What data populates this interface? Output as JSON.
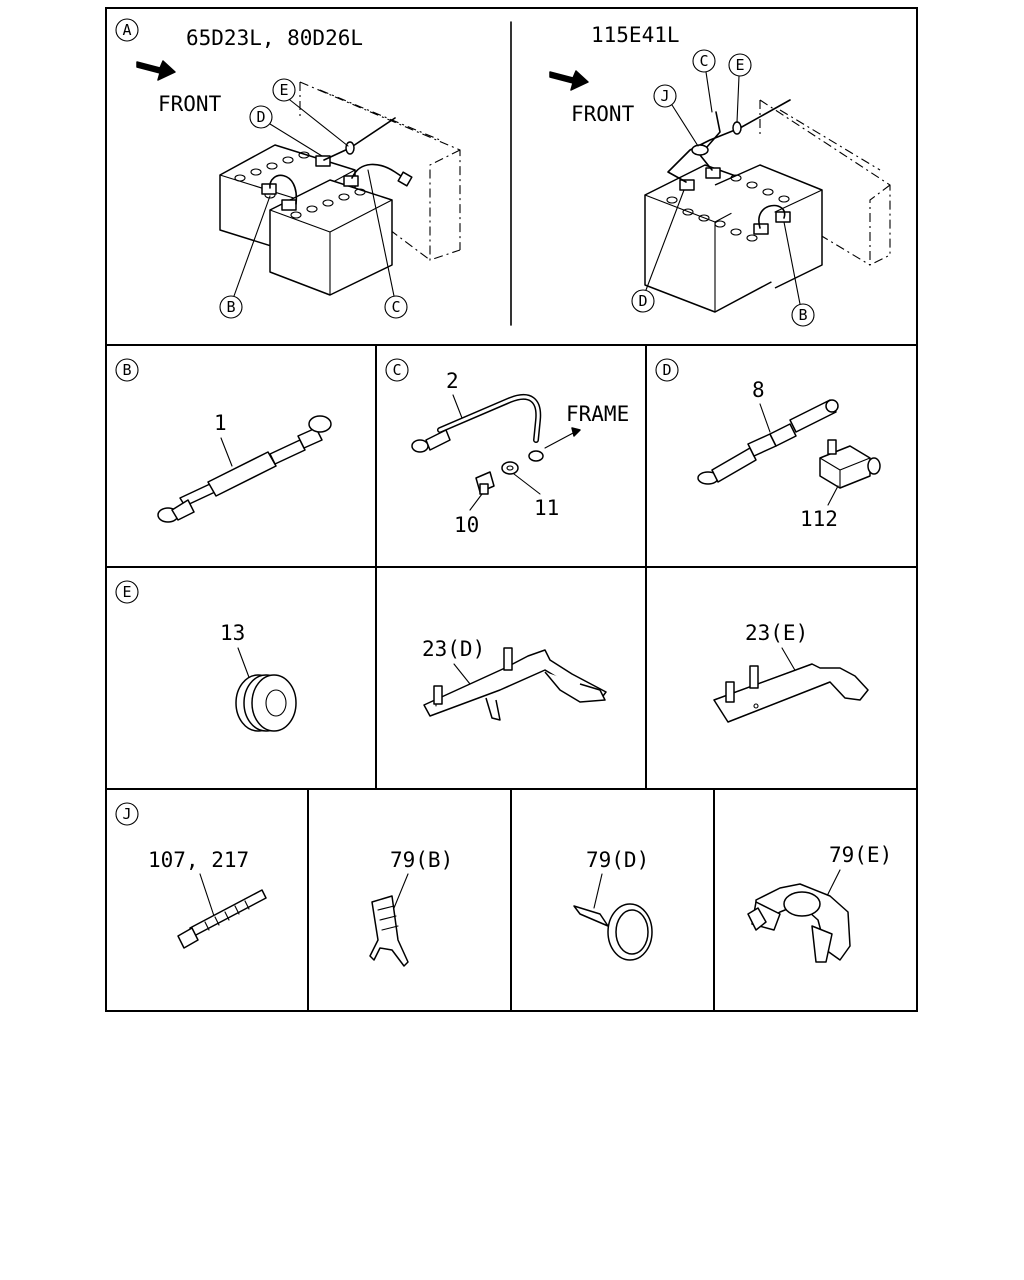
{
  "panel_a": {
    "id": "A",
    "left_title": "65D23L, 80D26L",
    "right_title": "115E41L",
    "front_label": "FRONT",
    "left_callouts": [
      "E",
      "D",
      "B",
      "C"
    ],
    "right_callouts": [
      "C",
      "E",
      "J",
      "D",
      "B"
    ]
  },
  "panel_b": {
    "id": "B",
    "parts": [
      "1"
    ]
  },
  "panel_c": {
    "id": "C",
    "parts": [
      "2",
      "10",
      "11"
    ],
    "frame_label": "FRAME"
  },
  "panel_d": {
    "id": "D",
    "parts": [
      "8",
      "112"
    ]
  },
  "panel_e": {
    "id": "E",
    "parts": [
      "13"
    ]
  },
  "panel_bracket_d": {
    "parts": [
      "23(D)"
    ]
  },
  "panel_bracket_e": {
    "parts": [
      "23(E)"
    ]
  },
  "panel_j": {
    "id": "J",
    "parts": [
      "107, 217"
    ]
  },
  "panel_clip_b": {
    "parts": [
      "79(B)"
    ]
  },
  "panel_clip_d": {
    "parts": [
      "79(D)"
    ]
  },
  "panel_clip_e": {
    "parts": [
      "79(E)"
    ]
  }
}
